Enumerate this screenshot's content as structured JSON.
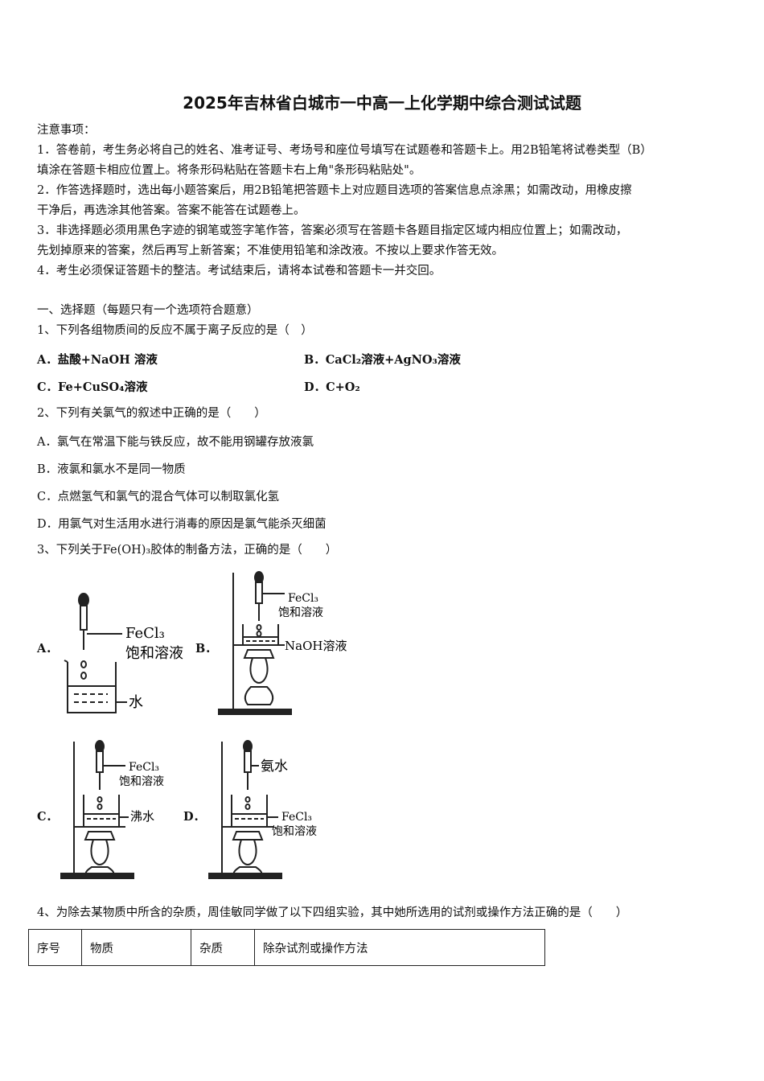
{
  "title": "2025年吉林省白城市一中高一上化学期中综合测试试题",
  "notes": {
    "heading": "注意事项：",
    "lines": [
      "1．答卷前，考生务必将自己的姓名、准考证号、考场号和座位号填写在试题卷和答题卡上。用2B铅笔将试卷类型（B）",
      "填涂在答题卡相应位置上。将条形码粘贴在答题卡右上角\"条形码粘贴处\"。",
      "2．作答选择题时，选出每小题答案后，用2B铅笔把答题卡上对应题目选项的答案信息点涂黑；如需改动，用橡皮擦",
      "干净后，再选涂其他答案。答案不能答在试题卷上。",
      "3．非选择题必须用黑色字迹的钢笔或签字笔作答，答案必须写在答题卡各题目指定区域内相应位置上；如需改动，",
      "先划掉原来的答案，然后再写上新答案；不准使用铅笔和涂改液。不按以上要求作答无效。",
      "4．考生必须保证答题卡的整洁。考试结束后，请将本试卷和答题卡一并交回。"
    ]
  },
  "section": "一、选择题（每题只有一个选项符合题意）",
  "q1": {
    "stem": "1、下列各组物质间的反应不属于离子反应的是（　）",
    "a": "A．盐酸+NaOH 溶液",
    "b": "B．CaCl₂溶液+AgNO₃溶液",
    "c": "C．Fe+CuSO₄溶液",
    "d": "D．C+O₂"
  },
  "q2": {
    "stem": "2、下列有关氯气的叙述中正确的是（　　）",
    "a": "A．氯气在常温下能与铁反应，故不能用钢罐存放液氯",
    "b": "B．液氯和氯水不是同一物质",
    "c": "C．点燃氢气和氯气的混合气体可以制取氯化氢",
    "d": "D．用氯气对生活用水进行消毒的原因是氯气能杀灭细菌"
  },
  "q3": {
    "stem": "3、下列关于Fe(OH)₃胶体的制备方法，正确的是（　　）",
    "figs": {
      "a": {
        "label": "A．",
        "top": "FeCl₃",
        "sub": "饱和溶液",
        "liquid": "水"
      },
      "b": {
        "label": "B．",
        "top": "FeCl₃",
        "sub": "饱和溶液",
        "liquid": "NaOH溶液"
      },
      "c": {
        "label": "C．",
        "top": "FeCl₃",
        "sub": "饱和溶液",
        "liquid": "沸水"
      },
      "d": {
        "label": "D．",
        "top": "氨水",
        "liquid": "FeCl₃",
        "liquid_sub": "饱和溶液"
      }
    }
  },
  "q4": {
    "stem": "4、为除去某物质中所含的杂质，周佳敏同学做了以下四组实验，其中她所选用的试剂或操作方法正确的是（　　）",
    "headers": [
      "序号",
      "物质",
      "杂质",
      "除杂试剂或操作方法"
    ]
  }
}
